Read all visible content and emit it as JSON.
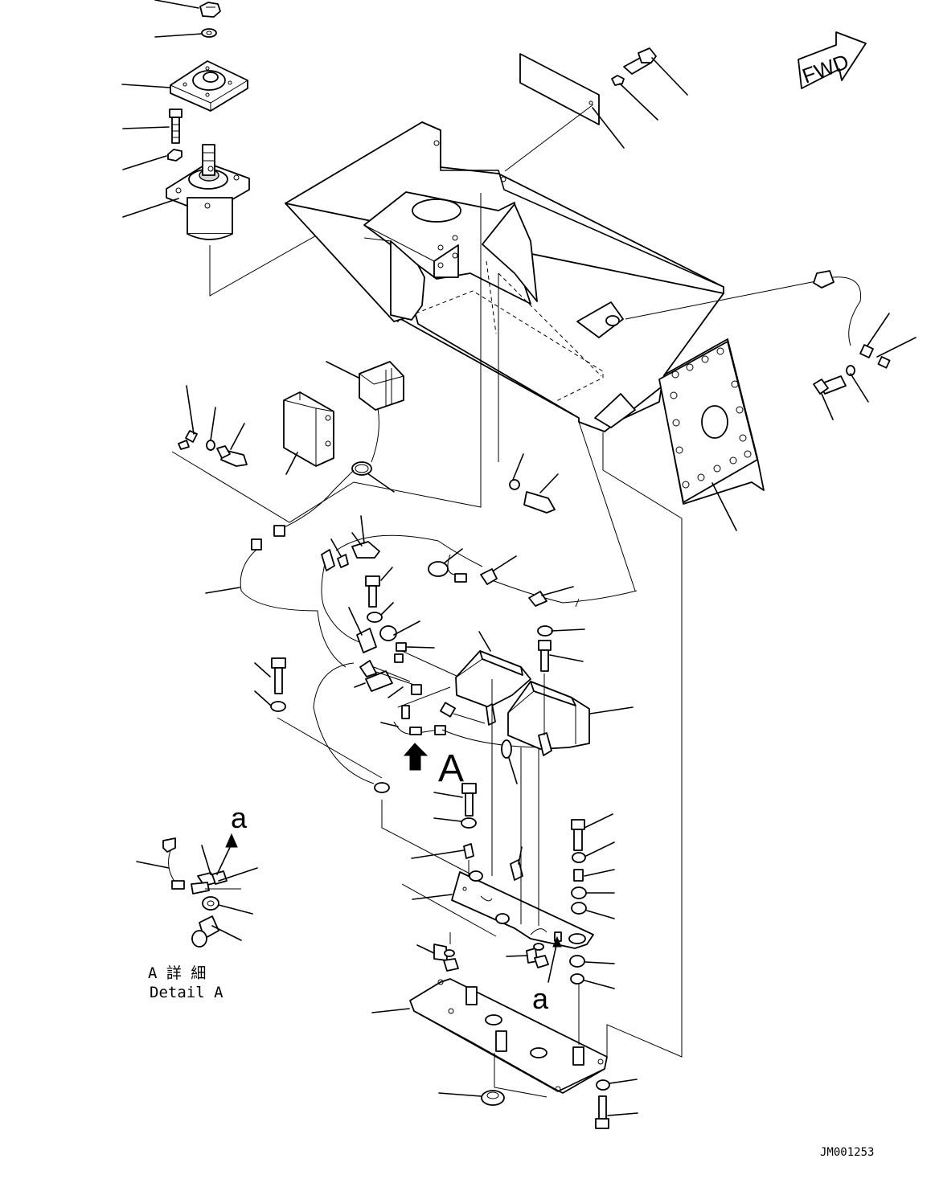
{
  "labels": {
    "fwd": "FWD",
    "big_a": "A",
    "small_a_top": "a",
    "small_a_bottom": "a",
    "detail_jp": "A 詳 細",
    "detail_en": "Detail A",
    "drawing_id": "JM001253"
  }
}
